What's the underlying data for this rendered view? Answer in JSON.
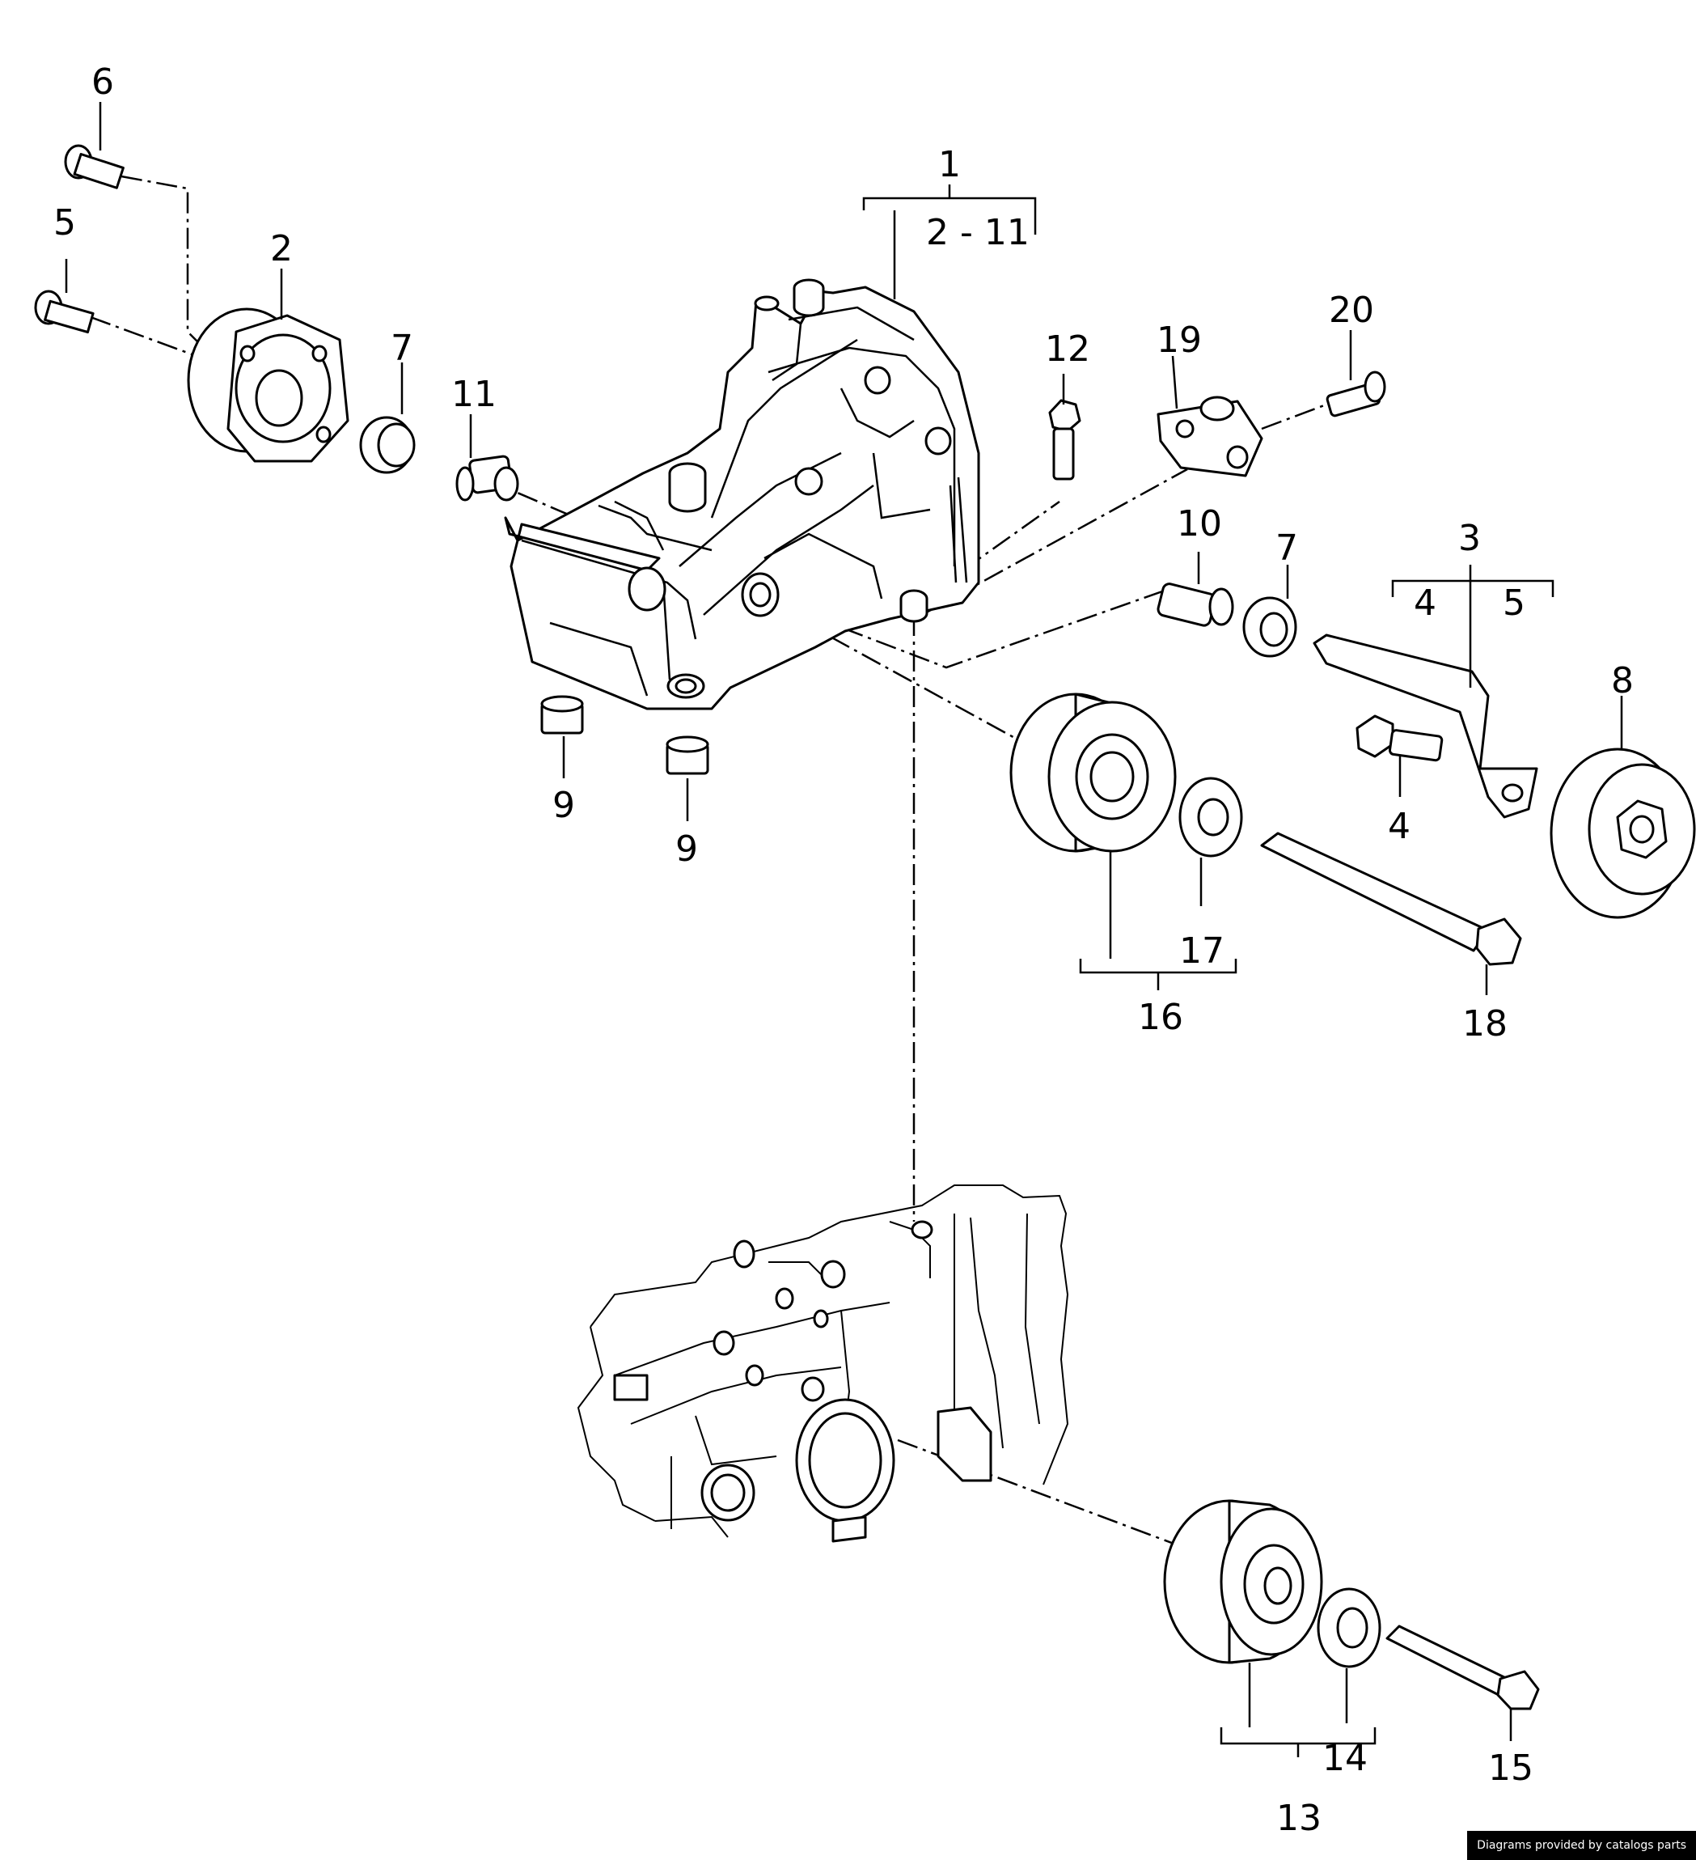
{
  "callouts": [
    "1",
    "2 - 11",
    "2",
    "3",
    "4",
    "5",
    "4",
    "5",
    "6",
    "7",
    "7",
    "8",
    "9",
    "9",
    "10",
    "11",
    "12",
    "13",
    "14",
    "15",
    "16",
    "17",
    "18",
    "19",
    "20"
  ],
  "credit": "Diagrams provided by catalogs parts"
}
